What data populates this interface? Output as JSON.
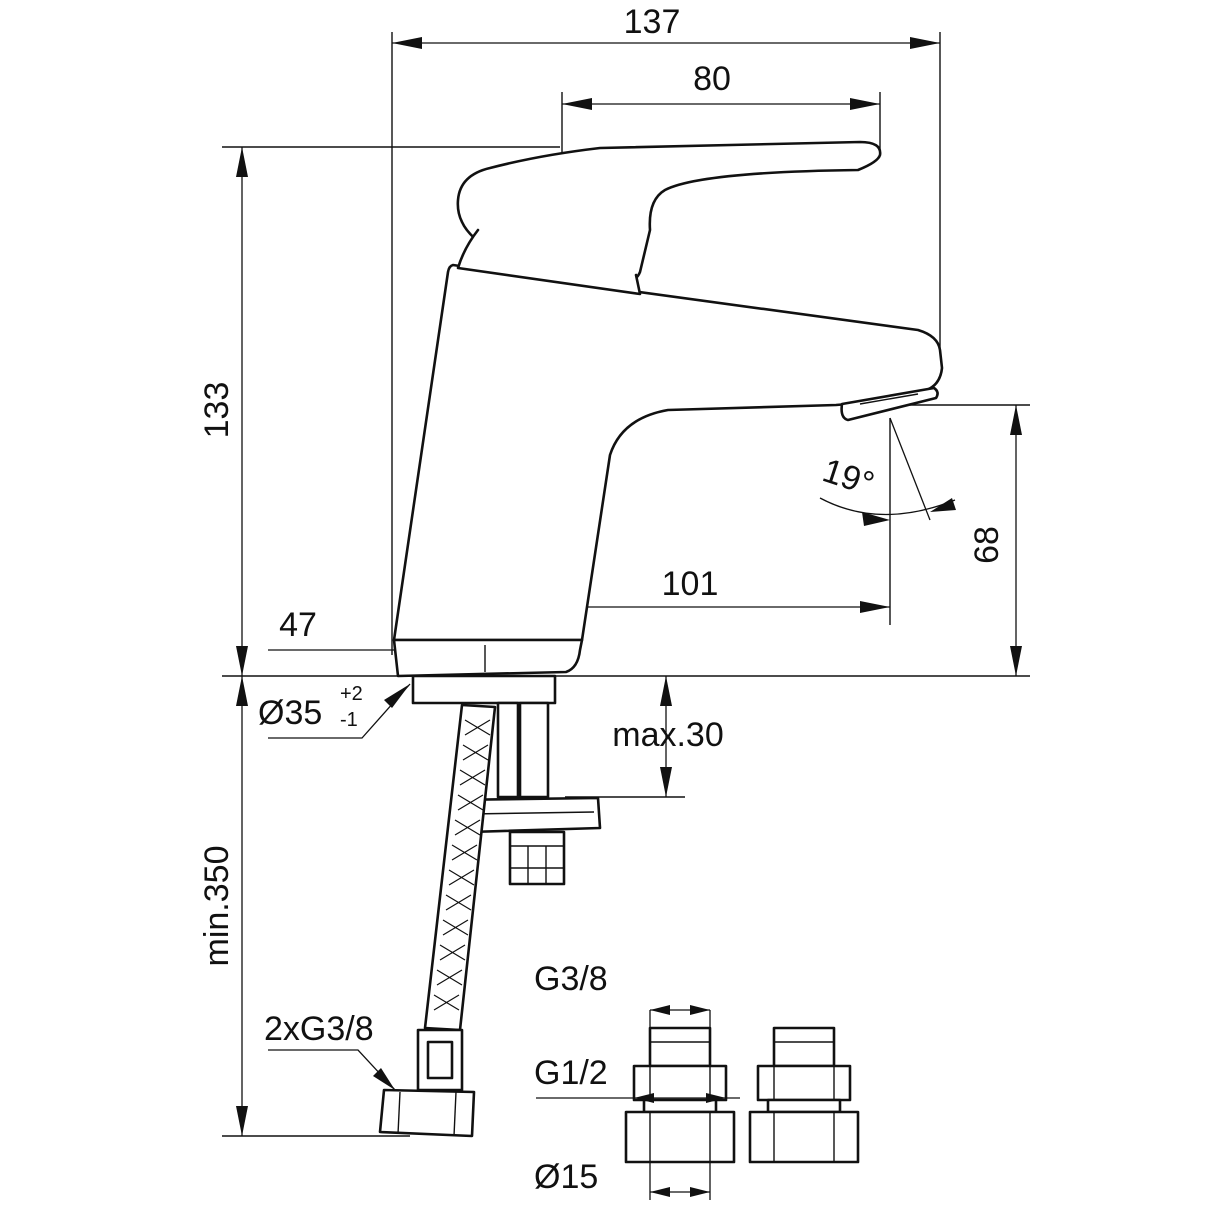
{
  "dimensions": {
    "overall_width": "137",
    "lever_length": "80",
    "overall_height": "133",
    "spout_height": "68",
    "spout_reach": "101",
    "offset": "47",
    "spray_angle": "19°",
    "hole_diameter": "Ø35",
    "hole_tol_plus": "+2",
    "hole_tol_minus": "-1",
    "deck_thickness": "max.30",
    "hose_length": "min.350",
    "hose_connection": "2xG3/8",
    "valve_thread_g38": "G3/8",
    "valve_thread_g12": "G1/2",
    "valve_pipe_diameter": "Ø15"
  }
}
